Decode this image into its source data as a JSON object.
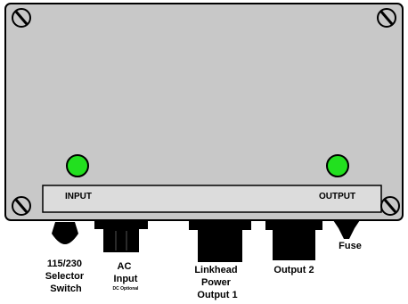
{
  "panel_labels": {
    "input": "INPUT",
    "output": "OUTPUT"
  },
  "indicators": [
    {
      "name": "input-led-indicator",
      "color": "#22e01f",
      "state": "on"
    },
    {
      "name": "output-led-indicator",
      "color": "#22e01f",
      "state": "on"
    }
  ],
  "connectors": [
    {
      "name": "selector-switch",
      "lines": [
        "115/230",
        "Selector",
        "Switch"
      ]
    },
    {
      "name": "ac-input",
      "lines": [
        "AC",
        "Input"
      ],
      "note": "DC Optional"
    },
    {
      "name": "linkhead-power-output-1",
      "lines": [
        "Linkhead",
        "Power",
        "Output 1"
      ]
    },
    {
      "name": "output-2",
      "lines": [
        "Output 2"
      ]
    },
    {
      "name": "fuse",
      "lines": [
        "Fuse"
      ]
    }
  ],
  "colors": {
    "enclosure": "#c8c8c8",
    "label_strip": "#dcdcdc",
    "led": "#22e01f",
    "connector": "#000000"
  }
}
